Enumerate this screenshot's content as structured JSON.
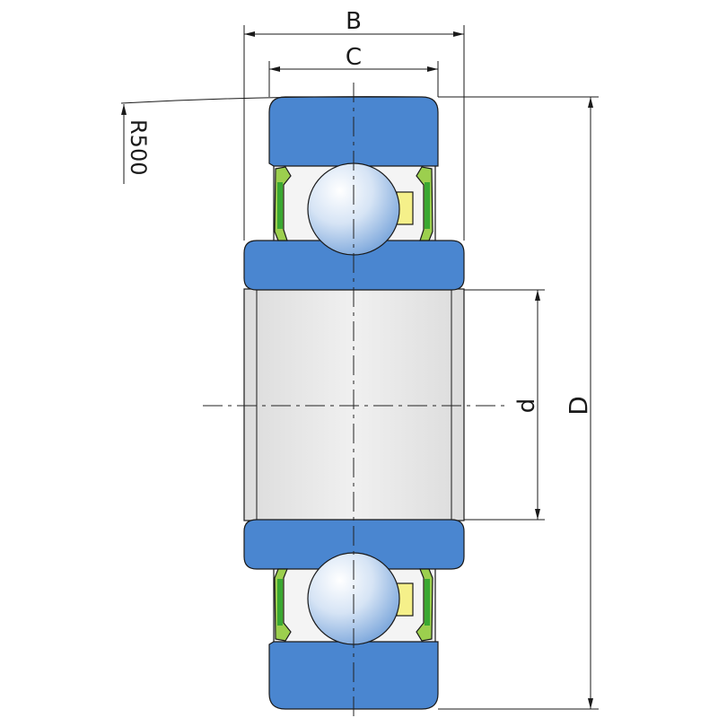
{
  "labels": {
    "width_B": "B",
    "width_C": "C",
    "radius": "R500",
    "bore_d": "d",
    "outer_D": "D"
  },
  "colors": {
    "ring": "#4a86d0",
    "ball_light": "#f2f6fc",
    "ball_dark": "#6f9ed8",
    "bore": "#ebebeb",
    "seal": "#9ccf4e",
    "seal_dark": "#3aa832",
    "cage": "#f5f08a",
    "line": "#1a1a1a"
  }
}
